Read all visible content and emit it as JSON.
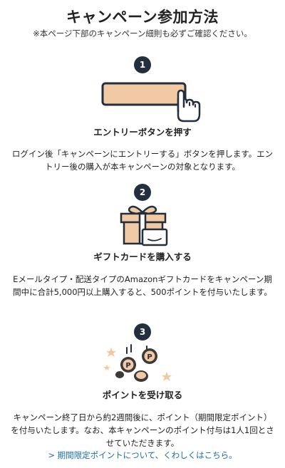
{
  "header": {
    "title": "キャンペーン参加方法",
    "note": "※本ページ下部のキャンペーン細則も必ずご確認ください。"
  },
  "steps": [
    {
      "number": "1",
      "icon": "hand-pointer-button-icon",
      "title": "エントリーボタンを押す",
      "description": "ログイン後「キャンペーンにエントリーする」ボタンを押します。エントリー後の購入が本キャンペーンの対象となります。"
    },
    {
      "number": "2",
      "icon": "gift-box-icon",
      "title": "ギフトカードを購入する",
      "description": "Eメールタイプ・配送タイプのAmazonギフトカードをキャンペーン期間中に合計5,000円以上購入すると、500ポイントを付与いたします。"
    },
    {
      "number": "3",
      "icon": "points-coins-icon",
      "title": "ポイントを受け取る",
      "description": "キャンペーン終了日から約2週間後に、ポイント（期間限定ポイント）を付与いたします。なお、本キャンペーンのポイント付与は1人1回とさせていただきます。"
    }
  ],
  "link": {
    "label": "> 期間限定ポイントについて、くわしくはこちら。"
  },
  "colors": {
    "badge": "#232f3e",
    "accent_fill": "#f1c9a5",
    "link": "#1a6fa8",
    "coin": "#3a3a3a",
    "star": "#f0c9a0"
  }
}
